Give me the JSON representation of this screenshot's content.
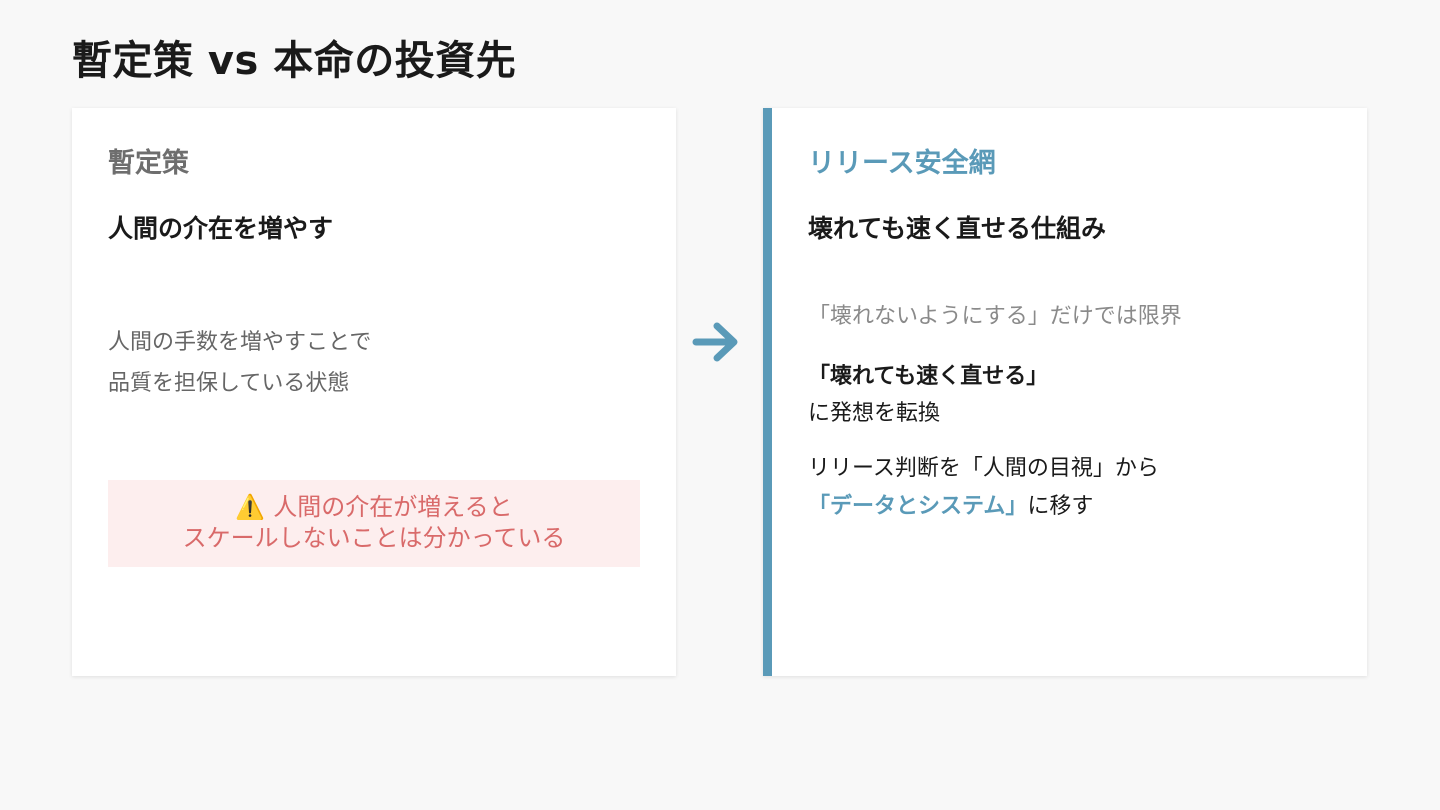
{
  "slide": {
    "title": "暫定策 vs 本命の投資先"
  },
  "colors": {
    "accent": "#5a9ab8",
    "warning_bg": "#fdeeee",
    "warning_text": "#d96a6a",
    "muted_text": "#6e6e6e"
  },
  "left_card": {
    "label": "暫定策",
    "heading": "人間の介在を増やす",
    "description_lines": [
      "人間の手数を増やすことで",
      "品質を担保している状態"
    ],
    "warning": {
      "icon": "warning-icon",
      "icon_glyph": "⚠️",
      "lines": [
        "人間の介在が増えると",
        "スケールしないことは分かっている"
      ]
    }
  },
  "arrow": {
    "icon": "arrow-right-icon"
  },
  "right_card": {
    "label": "リリース安全網",
    "heading": "壊れても速く直せる仕組み",
    "note": "「壊れないようにする」だけでは限界",
    "emphasis": {
      "bold_line": "「壊れても速く直せる」",
      "plain_line": "に発想を転換"
    },
    "shift": {
      "line1": "リリース判断を「人間の目視」から",
      "highlight": "「データとシステム」",
      "line2_suffix": "に移す"
    }
  }
}
